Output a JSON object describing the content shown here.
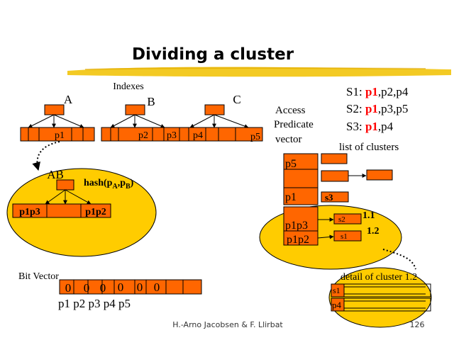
{
  "title": "Dividing a cluster",
  "indexes_label": "Indexes",
  "index_a_label": "A",
  "index_b_label": "B",
  "index_c_label": "C",
  "leaf_p1": "p1",
  "leaf_p2": "p2",
  "leaf_p3": "p3",
  "leaf_p4": "p4",
  "leaf_p5": "p5",
  "ab_label": "AB",
  "hash_prefix": "hash(p",
  "hash_sub_a": "A",
  "hash_sep": ",p",
  "hash_sub_b": "B",
  "hash_suffix": ")",
  "p1p3_label": "p1p3",
  "p1p2_label": "p1p2",
  "apv_line1": "Access",
  "apv_line2": "Predicate",
  "apv_line3": "vector",
  "s1_name": "S1: ",
  "s1_p1": "p1",
  "s1_rest": ",p2,p4",
  "s2_name": "S2: ",
  "s2_p1": "p1",
  "s2_rest": ",p3,p5",
  "s3_name": "S3: ",
  "s3_p1": "p1",
  "s3_rest": ",p4",
  "list_of_clusters": "list of clusters",
  "apv_p5": "p5",
  "apv_p1": "p1",
  "s3_box": "s3",
  "s2_box": "s2",
  "s1_box": "s1",
  "right_p1p3": "p1p3",
  "right_p1p2": "p1p2",
  "cluster_11": "1.1",
  "cluster_12": "1.2",
  "detail_label": "detail of cluster 1.2",
  "detail_s1": "s1",
  "detail_p4": "p4",
  "bit_vector_label": "Bit Vector",
  "bits": [
    "0",
    "0",
    "0",
    "0",
    "0",
    "0"
  ],
  "bit_labels": "p1 p2 p3 p4 p5",
  "footer_authors": "H.-Arno Jacobsen & F. Llirbat",
  "page_number": "126",
  "colors": {
    "node_fill": "#ff6600",
    "ellipse_fill": "#ffcc00",
    "highlight_red": "#ff0000",
    "underline_yellow": "#f2c40c"
  }
}
